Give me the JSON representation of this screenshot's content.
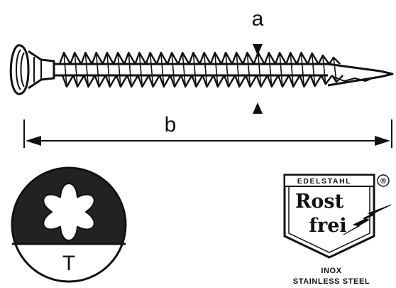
{
  "dimensions": {
    "diameter_label": "a",
    "length_label": "b"
  },
  "drive": {
    "label": "T"
  },
  "badge": {
    "top_text": "EDELSTAHL",
    "registered_mark": "®",
    "word_line1": "Rost",
    "word_line2": "frei",
    "caption_line1": "INOX",
    "caption_line2": "STAINLESS STEEL"
  },
  "colors": {
    "ink": "#111111",
    "background": "#ffffff"
  }
}
